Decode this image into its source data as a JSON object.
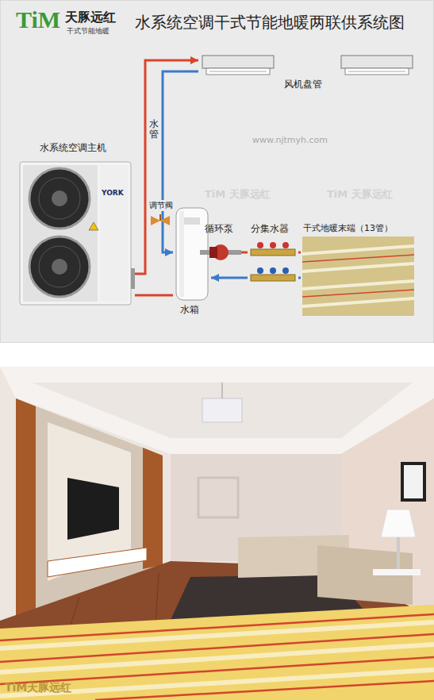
{
  "diagram": {
    "title": "水系统空调干式节能地暖两联供系统图",
    "nodes": [
      {
        "text": [
          "水系统空调主机"
        ]
      },
      {
        "text": [
          "风机盘管"
        ]
      },
      {
        "text": [
          "调节阀"
        ]
      },
      {
        "text": [
          "水箱"
        ]
      },
      {
        "text": [
          "循环泵"
        ]
      },
      {
        "text": [
          "分集水器"
        ]
      },
      {
        "text": [
          "干式地暖末端（13管）"
        ]
      }
    ],
    "edges": [
      {
        "from": 0,
        "to": 1,
        "arrow": "to"
      },
      {
        "from": 1,
        "to": 3,
        "arrow": "to"
      },
      {
        "from": 3,
        "to": 4,
        "arrow": "none"
      },
      {
        "from": 4,
        "to": 5,
        "arrow": "none"
      },
      {
        "from": 5,
        "to": 6,
        "arrow": "none"
      },
      {
        "from": 6,
        "to": 5,
        "arrow": "none"
      },
      {
        "from": 5,
        "to": 3,
        "arrow": "to"
      },
      {
        "from": 3,
        "to": 0,
        "arrow": "none"
      }
    ],
    "labels": [
      "TiM",
      "天豚远红",
      "干式节能地暖",
      "水管",
      "www.njtmyh.com",
      "TiM 天豚远红",
      "TiM 天豚远红",
      "YORK",
      "TiM天豚远红"
    ]
  }
}
